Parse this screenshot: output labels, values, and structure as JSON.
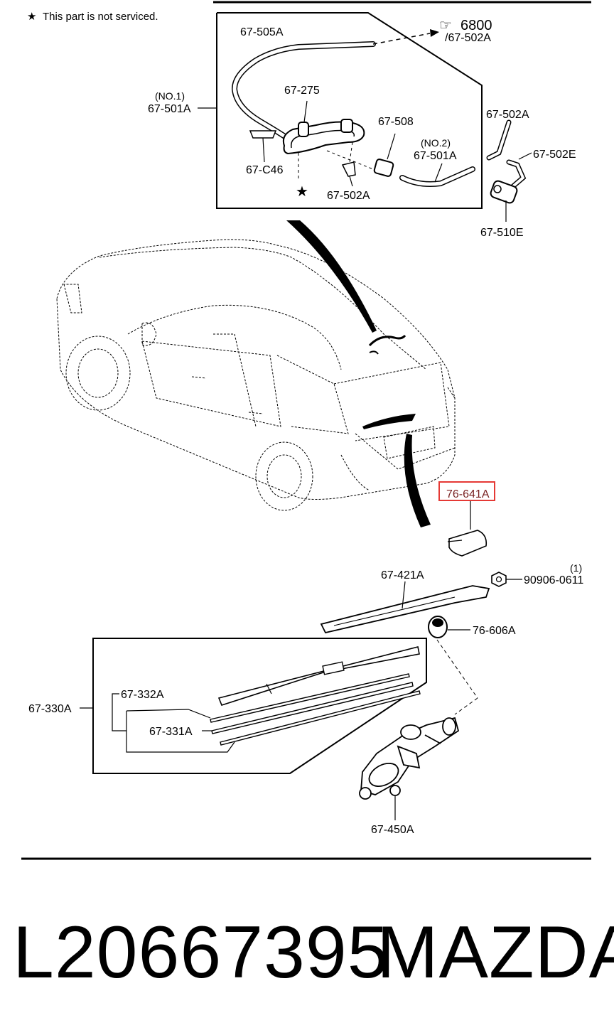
{
  "note": {
    "star": "★",
    "text": "This part is not serviced."
  },
  "callouts": {
    "c_505a": "67-505A",
    "c_6800": "6800",
    "c_502a_ref": "/67-502A",
    "c_no1": "(NO.1)",
    "c_501a_1": "67-501A",
    "c_275": "67-275",
    "c_508": "67-508",
    "c_no2": "(NO.2)",
    "c_501a_2": "67-501A",
    "c_c46": "67-C46",
    "c_star": "★",
    "c_502a_in": "67-502A",
    "c_502a_out": "67-502A",
    "c_502e": "67-502E",
    "c_510e": "67-510E",
    "c_641a": "76-641A",
    "c_421a": "67-421A",
    "c_nut": "90906-0611",
    "c_nut_qty": "(1)",
    "c_606a": "76-606A",
    "c_330a": "67-330A",
    "c_332a": "67-332A",
    "c_331a": "67-331A",
    "c_450a": "67-450A"
  },
  "highlight": {
    "target": "76-641A",
    "color": "#e53935"
  },
  "footer": {
    "part_number": "L20667395",
    "brand": "MAZDA"
  }
}
